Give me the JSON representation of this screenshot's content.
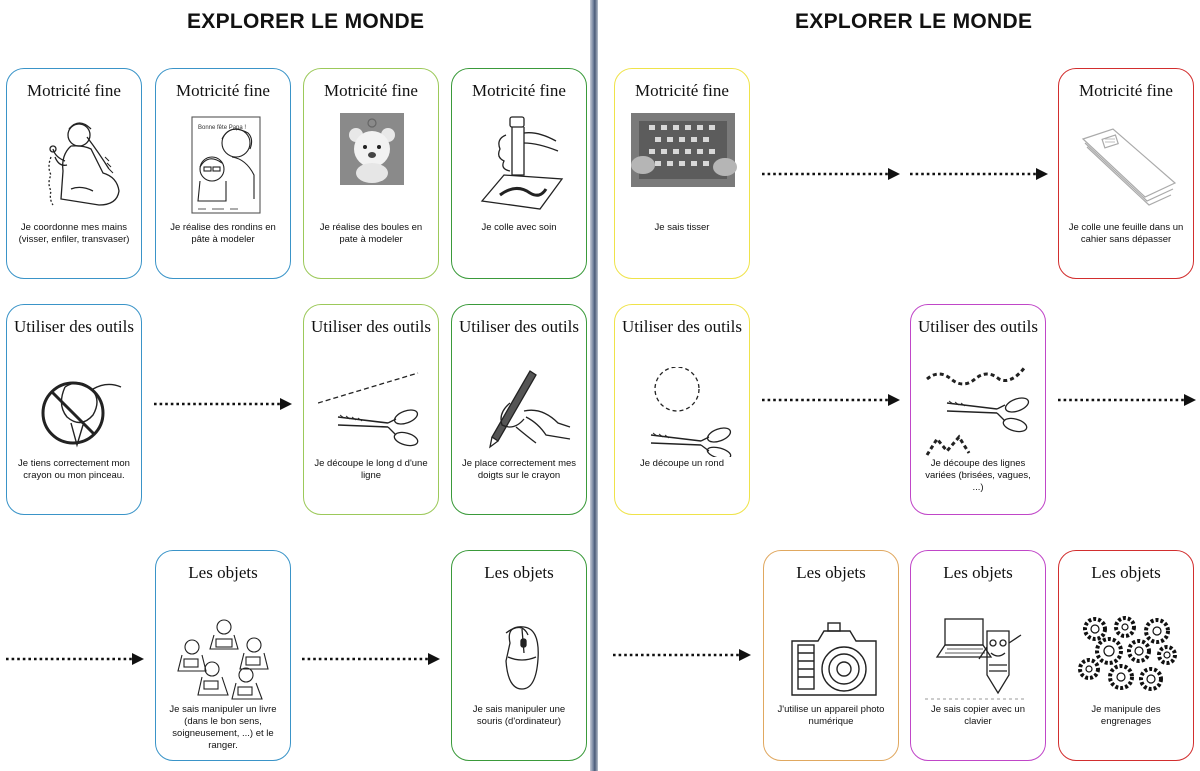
{
  "left_title": "EXPLORER LE MONDE",
  "right_title": "EXPLORER LE MONDE",
  "colors": {
    "blue": "#3a94c8",
    "light_green": "#9cc95a",
    "green": "#3a9a3a",
    "yellow": "#efe34a",
    "red": "#d22e2e",
    "purple": "#c046c8",
    "orange": "#e0a860"
  },
  "cards": {
    "c1": {
      "title": "Motricité fine",
      "text": "Je coordonne mes mains (visser, enfiler, transvaser)",
      "icon": "girl-threading-icon"
    },
    "c2": {
      "title": "Motricité fine",
      "text": "Je réalise des rondins en pâte à modeler",
      "icon": "coloring-sheet-icon",
      "sheet_text": "Bonne fête Papa !"
    },
    "c3": {
      "title": "Motricité fine",
      "text": "Je réalise des boules en pate à modeler",
      "icon": "clay-bear-icon"
    },
    "c4": {
      "title": "Motricité fine",
      "text": "Je colle avec soin",
      "icon": "glue-stick-icon"
    },
    "c5": {
      "title": "Motricité fine",
      "text": "Je sais tisser",
      "icon": "weaving-icon"
    },
    "c6": {
      "title": "Motricité fine",
      "text": "Je colle une feuille dans un cahier sans dépasser",
      "icon": "notebook-icon"
    },
    "c7": {
      "title": "Utiliser des outils",
      "text": "Je tiens correctement mon crayon ou mon pinceau.",
      "icon": "wrong-grip-icon"
    },
    "c8": {
      "title": "Utiliser des outils",
      "text": "Je découpe le long d d'une ligne",
      "icon": "scissors-line-icon"
    },
    "c9": {
      "title": "Utiliser des outils",
      "text": "Je place correctement mes doigts sur le crayon",
      "icon": "pencil-grip-icon"
    },
    "c10": {
      "title": "Utiliser des outils",
      "text": "Je découpe un rond",
      "icon": "scissors-circle-icon"
    },
    "c11": {
      "title": "Utiliser des outils",
      "text": "Je découpe des lignes variées (brisées, vagues, ...)",
      "icon": "scissors-varied-lines-icon"
    },
    "c12": {
      "title": "Les objets",
      "text": "Je sais manipuler un livre (dans le bon sens, soigneusement, ...) et le ranger.",
      "icon": "children-reading-icon"
    },
    "c13": {
      "title": "Les objets",
      "text": "Je sais manipuler une souris (d'ordinateur)",
      "icon": "mouse-icon"
    },
    "c14": {
      "title": "Les objets",
      "text": "J'utilise un appareil photo numérique",
      "icon": "camera-icon"
    },
    "c15": {
      "title": "Les objets",
      "text": "Je sais copier avec un clavier",
      "icon": "laptop-pencil-icon"
    },
    "c16": {
      "title": "Les objets",
      "text": "Je manipule des engrenages",
      "icon": "gears-icon"
    }
  }
}
